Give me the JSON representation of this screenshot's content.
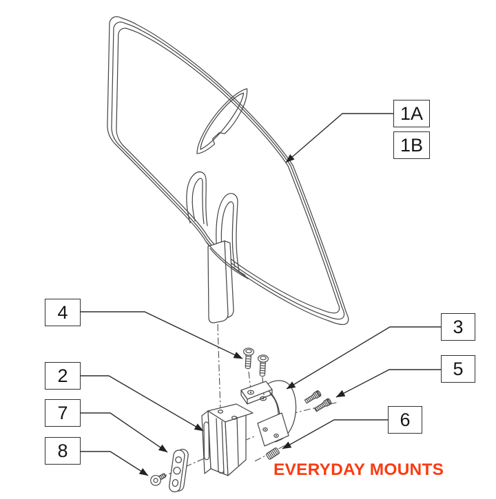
{
  "diagram": {
    "type": "exploded-parts-diagram",
    "background": "#ffffff",
    "line_color": "#474747",
    "leader_color": "#2c2c2c",
    "brand": {
      "text": "EVERYDAY MOUNTS",
      "color": "#f93b12"
    },
    "callouts": [
      {
        "label": "1A"
      },
      {
        "label": "1B"
      },
      {
        "label": "2"
      },
      {
        "label": "3"
      },
      {
        "label": "4"
      },
      {
        "label": "5"
      },
      {
        "label": "6"
      },
      {
        "label": "7"
      },
      {
        "label": "8"
      }
    ]
  }
}
